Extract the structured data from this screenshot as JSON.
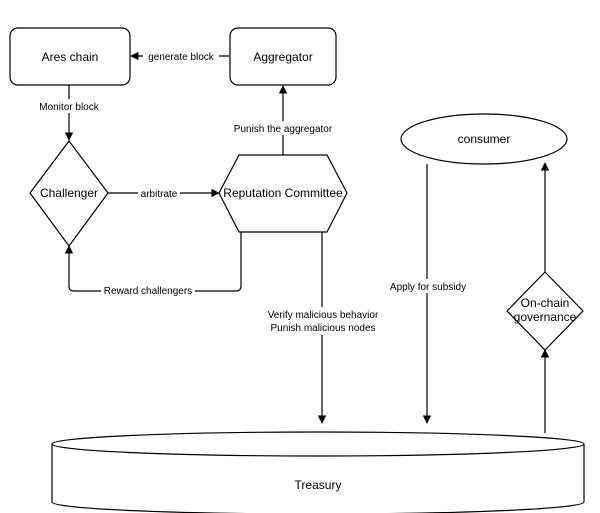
{
  "diagram": {
    "nodes": {
      "ares_chain": "Ares chain",
      "aggregator": "Aggregator",
      "challenger": "Challenger",
      "reputation_committee": "Reputation Committee",
      "consumer": "consumer",
      "onchain_governance_line1": "On-chain",
      "onchain_governance_line2": "governance",
      "treasury": "Treasury"
    },
    "edges": {
      "generate_block": "generate block",
      "monitor_block": "Monitor block",
      "arbitrate": "arbitrate",
      "punish_aggregator": "Punish the aggregator",
      "reward_challengers": "Reward challengers",
      "verify_malicious_line1": "Verify malicious behavior",
      "verify_malicious_line2": "Punish malicious nodes",
      "apply_subsidy": "Apply for subsidy"
    }
  }
}
